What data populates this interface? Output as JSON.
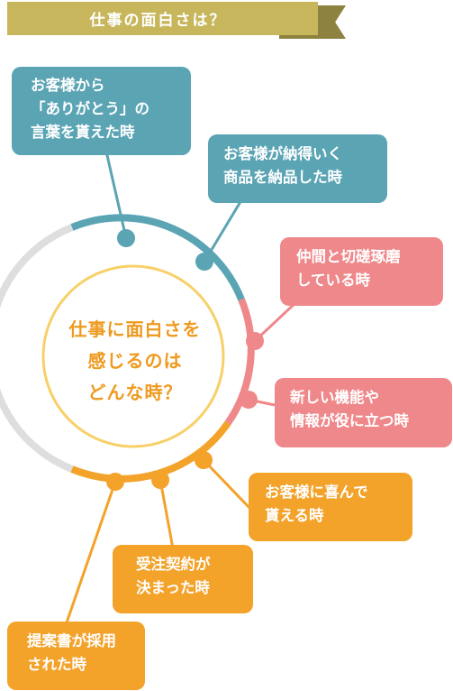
{
  "header": {
    "title": "仕事の面白さは？"
  },
  "center": {
    "text": "仕事に面白さを\n感じるのは\nどんな時？"
  },
  "items": [
    {
      "text": "お客様から\n「ありがとう」の\n言葉を貰えた時",
      "group": "teal"
    },
    {
      "text": "お客様が納得いく\n商品を納品した時",
      "group": "teal"
    },
    {
      "text": "仲間と切磋琢磨\nしている時",
      "group": "pink"
    },
    {
      "text": "新しい機能や\n情報が役に立つ時",
      "group": "pink"
    },
    {
      "text": "お客様に喜んで\n貰える時",
      "group": "orange"
    },
    {
      "text": "受注契約が\n決まった時",
      "group": "orange"
    },
    {
      "text": "提案書が採用\nされた時",
      "group": "orange"
    }
  ],
  "colors": {
    "teal": "#5ba4b4",
    "pink": "#ef888a",
    "orange": "#f3a22a",
    "gray_ring": "#dedede",
    "banner": "#c7b65b",
    "banner_shadow": "#8e8240"
  }
}
